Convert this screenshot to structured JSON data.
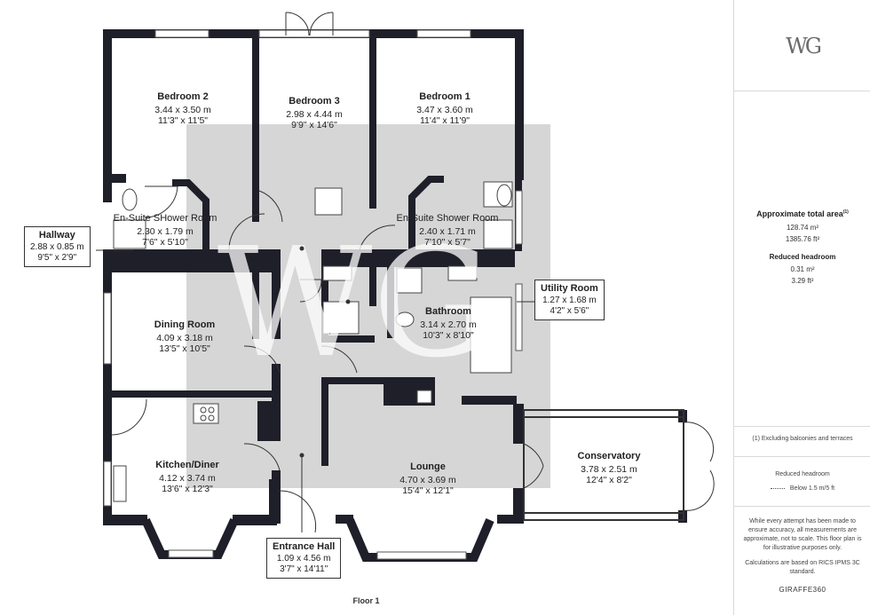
{
  "brand": {
    "logo_text": "WG",
    "watermark_text": "WG",
    "footer_logo": "GIRAFFE360"
  },
  "floor_label": "Floor 1",
  "rooms": {
    "bedroom2": {
      "name": "Bedroom 2",
      "metric": "3.44 x 3.50 m",
      "imperial": "11'3\" x 11'5\""
    },
    "bedroom3": {
      "name": "Bedroom 3",
      "metric": "2.98 x 4.44 m",
      "imperial": "9'9\" x 14'6\""
    },
    "bedroom1": {
      "name": "Bedroom 1",
      "metric": "3.47 x 3.60 m",
      "imperial": "11'4\" x 11'9\""
    },
    "ensuite_left": {
      "name": "En-Suite SHower Room",
      "metric": "2.30 x 1.79 m",
      "imperial": "7'6\" x 5'10\""
    },
    "ensuite_right": {
      "name": "En-Suite Shower Room",
      "metric": "2.40 x 1.71 m",
      "imperial": "7'10\" x 5'7\""
    },
    "hallway": {
      "name": "Hallway",
      "metric": "2.88 x 0.85 m",
      "imperial": "9'5\" x 2'9\""
    },
    "dining": {
      "name": "Dining Room",
      "metric": "4.09 x 3.18 m",
      "imperial": "13'5\" x 10'5\""
    },
    "bathroom": {
      "name": "Bathroom",
      "metric": "3.14 x 2.70 m",
      "imperial": "10'3\" x 8'10\""
    },
    "utility": {
      "name": "Utility Room",
      "metric": "1.27 x 1.68 m",
      "imperial": "4'2\" x 5'6\""
    },
    "kitchen": {
      "name": "Kitchen/Diner",
      "metric": "4.12 x 3.74 m",
      "imperial": "13'6\" x 12'3\""
    },
    "lounge": {
      "name": "Lounge",
      "metric": "4.70 x 3.69 m",
      "imperial": "15'4\" x 12'1\""
    },
    "conservatory": {
      "name": "Conservatory",
      "metric": "3.78 x 2.51 m",
      "imperial": "12'4\" x 8'2\""
    },
    "entrance": {
      "name": "Entrance Hall",
      "metric": "1.09 x 4.56 m",
      "imperial": "3'7\" x 14'11\""
    }
  },
  "sidebar": {
    "total_area_title": "Approximate total area",
    "total_area_note_mark": "(1)",
    "total_area_m2": "128.74 m²",
    "total_area_ft2": "1385.76 ft²",
    "reduced_headroom_title": "Reduced headroom",
    "reduced_headroom_m2": "0.31 m²",
    "reduced_headroom_ft2": "3.29 ft²",
    "footnote": "(1) Excluding balconies and terraces",
    "legend_title": "Reduced headroom",
    "legend_item": "Below 1.5 m/5 ft",
    "disclaimer": "While every attempt has been made to ensure accuracy, all measurements are approximate, not to scale. This floor plan is for illustrative purposes only.",
    "calculations": "Calculations are based on RICS IPMS 3C standard."
  },
  "colors": {
    "wall": "#1f1f2a",
    "shade": "#d6d6d6",
    "watermark": "#ffffff"
  }
}
